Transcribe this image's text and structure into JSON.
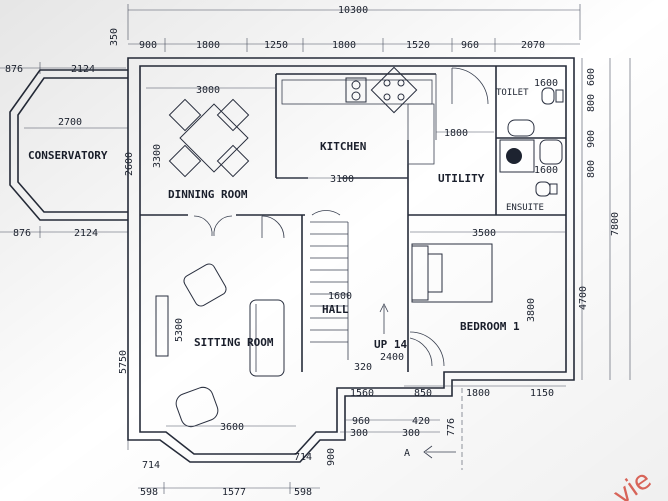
{
  "drawing": {
    "overall_width": "10300",
    "top_dimensions": [
      "350",
      "900",
      "1800",
      "1250",
      "1800",
      "1520",
      "960",
      "2070"
    ],
    "left_top_dimensions": [
      "876",
      "2124"
    ],
    "left_mid_dimensions": [
      "876",
      "2124"
    ],
    "conservatory_dims": [
      "2700",
      "2600"
    ],
    "dinning_dims": [
      "3000",
      "3300"
    ],
    "kitchen_dim": "3100",
    "utility_dim": "1800",
    "toilet_dims": [
      "1600",
      "1600",
      "800"
    ],
    "right_dimensions": [
      "600",
      "800",
      "900",
      "800",
      "4700",
      "7800"
    ],
    "ensuite_dim": "1600",
    "bedroom_dims": [
      "3500",
      "3800"
    ],
    "hall_dims": [
      "1600",
      "2400"
    ],
    "stair_label": "UP 14",
    "sitting_dims": [
      "3600",
      "5300",
      "5750"
    ],
    "bottom_right_dims": [
      "850",
      "1800",
      "1150"
    ],
    "front_dims": [
      "320",
      "1560",
      "960",
      "420",
      "300",
      "300",
      "776"
    ],
    "bay_dims": [
      "714",
      "714",
      "900"
    ],
    "bottom_dims": [
      "598",
      "1577",
      "598"
    ],
    "section_marker": "A"
  },
  "rooms": {
    "conservatory": "CONSERVATORY",
    "dinning_room": "DINNING ROOM",
    "kitchen": "KITCHEN",
    "utility": "UTILITY",
    "toilet": "TOILET",
    "ensuite": "ENSUITE",
    "hall": "HALL",
    "bedroom": "BEDROOM 1",
    "sitting_room": "SITTING ROOM"
  },
  "watermark": "vie",
  "colors": {
    "line": "#262c3a",
    "paper": "#ffffff",
    "watermark": "#e46a5e"
  }
}
